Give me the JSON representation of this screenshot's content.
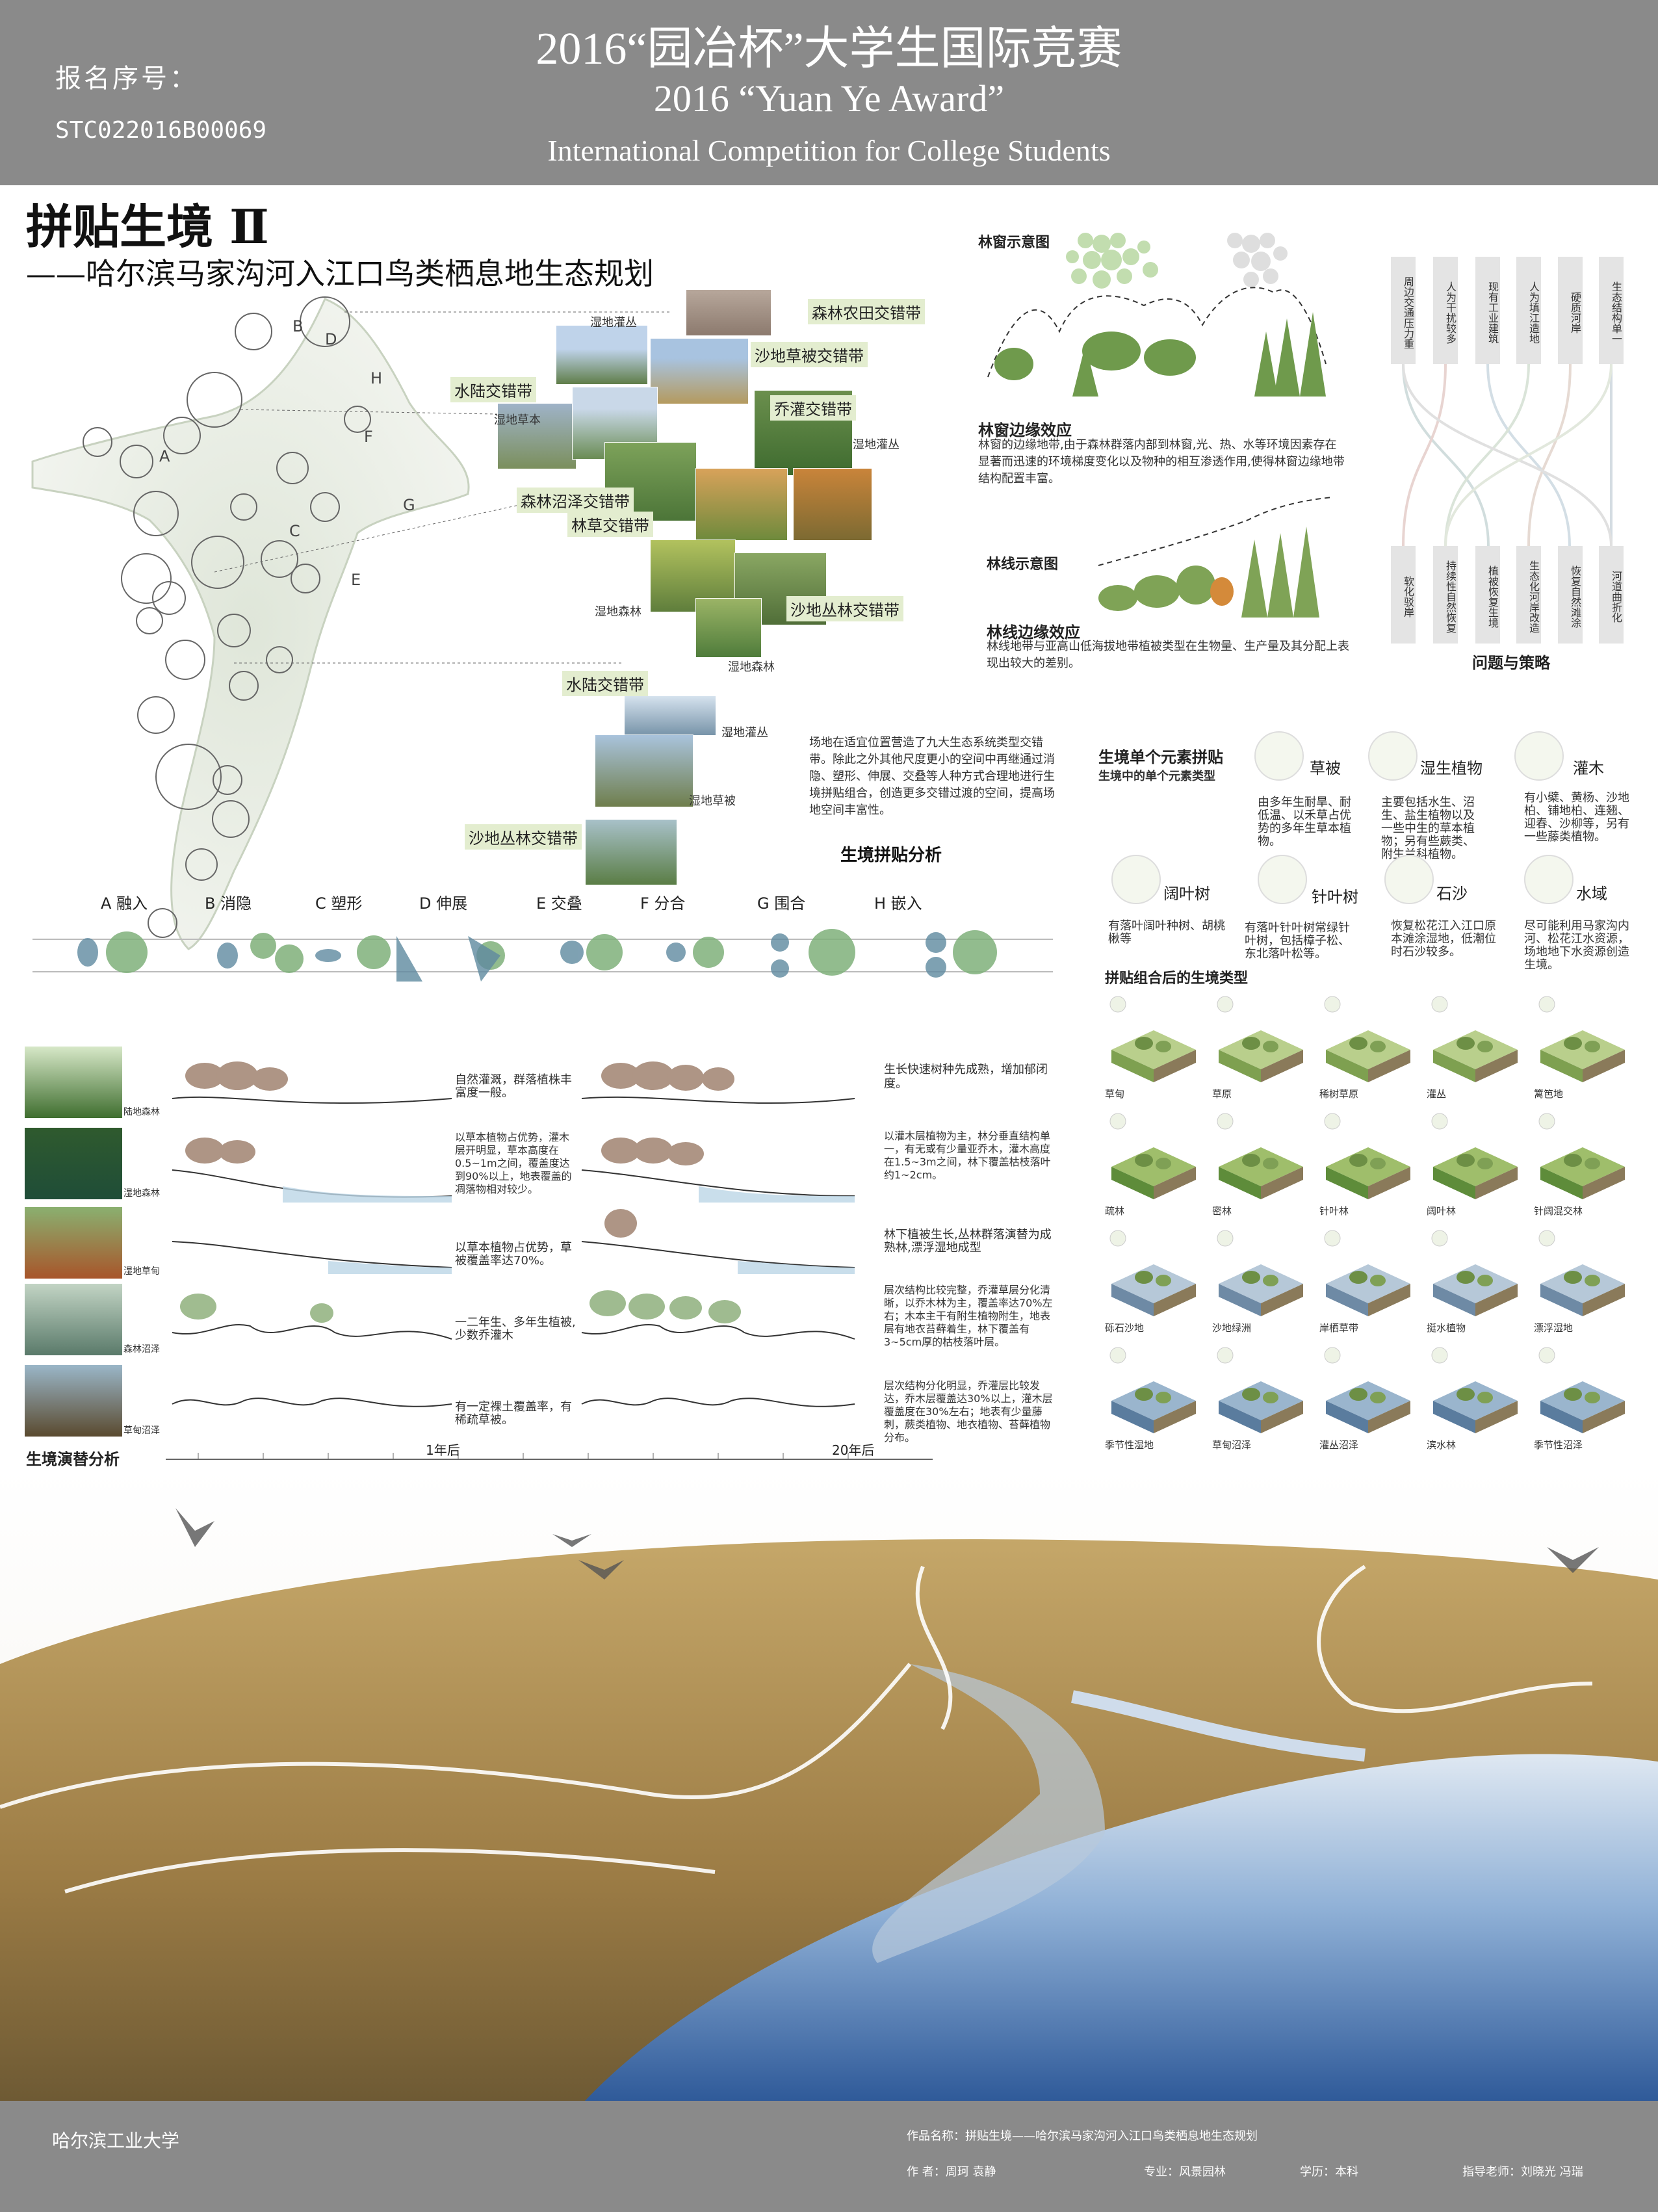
{
  "header": {
    "registration_label": "报名序号：",
    "registration_no": "STC022016B00069",
    "competition_cn": "2016“园冶杯”大学生国际竞赛",
    "competition_en_1": "2016 “Yuan Ye Award”",
    "competition_en_2": "International Competition for College Students"
  },
  "title": "拼贴生境 Ⅱ",
  "subtitle": "——哈尔滨马家沟河入江口鸟类栖息地生态规划",
  "map": {
    "letters": [
      "A",
      "B",
      "C",
      "D",
      "E",
      "F",
      "G",
      "H"
    ],
    "ecotones": [
      "森林农田交错带",
      "沙地草被交错带",
      "水陆交错带",
      "乔灌交错带",
      "森林沼泽交错带",
      "林草交错带",
      "沙地丛林交错带",
      "水陆交错带",
      "沙地丛林交错带"
    ],
    "habitat_labels": [
      "湿地灌丛",
      "湿地草本",
      "湿地灌丛",
      "湿地森林",
      "湿地森林",
      "湿地灌丛",
      "湿地草被"
    ]
  },
  "collage_analysis": {
    "title": "生境拼贴分析",
    "text": "场地在适宜位置营造了九大生态系统类型交错带。除此之外其他尺度更小的空间中再继通过消隐、塑形、伸展、交叠等人种方式合理地进行生境拼贴组合，创造更多交错过渡的空间，提高场地空间丰富性。"
  },
  "strategies": [
    "A  融入",
    "B 消隐",
    "C 塑形",
    "D 伸展",
    "E  交叠",
    "F 分合",
    "G 围合",
    "H  嵌入"
  ],
  "forest_window": {
    "diagram_title": "林窗示意图",
    "effect_title": "林窗边缘效应",
    "effect_text": "林窗的边缘地带,由于森林群落内部到林窗,光、热、水等环境因素存在显著而迅速的环境梯度变化以及物种的相互渗透作用,使得林窗边缘地带结构配置丰富。"
  },
  "tree_line": {
    "diagram_title": "林线示意图",
    "effect_title": "林线边缘效应",
    "effect_text": "林线地带与亚高山低海拔地带植被类型在生物量、生产量及其分配上表现出较大的差别。"
  },
  "problems": {
    "title": "问题与策略",
    "top": [
      "周边交通压力重",
      "人为干扰较多",
      "现有工业建筑",
      "人为填江造地",
      "硬质河岸",
      "生态结构单一"
    ],
    "bottom": [
      "软化驳岸",
      "持续性自然恢复",
      "植被恢复生境",
      "生态化河岸改造",
      "恢复自然滩涂",
      "河道曲折化"
    ]
  },
  "elements": {
    "title": "生境单个元素拼贴",
    "subtitle": "生境中的单个元素类型",
    "items": [
      {
        "name": "草被",
        "desc": "由多年生耐旱、耐低温、以禾草占优势的多年生草本植物。"
      },
      {
        "name": "湿生植物",
        "desc": "主要包括水生、沼生、盐生植物以及一些中生的草本植物；另有些蕨类、附生兰科植物。"
      },
      {
        "name": "灌木",
        "desc": "有小檗、黄杨、沙地柏、铺地柏、连翘、迎春、沙柳等，另有一些藤类植物。"
      },
      {
        "name": "阔叶树",
        "desc": "有落叶阔叶种树、胡桃楸等"
      },
      {
        "name": "针叶树",
        "desc": "有落叶针叶树常绿针叶树，包括樟子松、东北落叶松等。"
      },
      {
        "name": "石沙",
        "desc": "恢复松花江入江口原本滩涂湿地，低潮位时石沙较多。"
      },
      {
        "name": "水域",
        "desc": "尽可能利用马家沟内河、松花江水资源，场地地下水资源创造生境。"
      }
    ]
  },
  "habitats": {
    "title": "拼贴组合后的生境类型",
    "rows": [
      [
        "草甸",
        "草原",
        "稀树草原",
        "灌丛",
        "篱笆地"
      ],
      [
        "疏林",
        "密林",
        "针叶林",
        "阔叶林",
        "针阔混交林"
      ],
      [
        "砾石沙地",
        "沙地绿洲",
        "岸栖草带",
        "挺水植物",
        "漂浮湿地"
      ],
      [
        "季节性湿地",
        "草甸沼泽",
        "灌丛沼泽",
        "滨水林",
        "季节性沼泽"
      ]
    ]
  },
  "succession": {
    "title": "生境演替分析",
    "photo_labels": [
      "陆地森林",
      "湿地森林",
      "湿地草甸",
      "森林沼泽",
      "草甸沼泽"
    ],
    "left_texts": [
      "自然灌溉，群落植株丰富度一般。",
      "以草本植物占优势，灌木层开明显，草本高度在0.5~1m之间，覆盖度达到90%以上，地表覆盖的凋落物相对较少。",
      "以草本植物占优势，草被覆盖率达70%。",
      "一二年生、多年生植被,少数乔灌木",
      "有一定裸土覆盖率，有稀疏草被。"
    ],
    "right_texts": [
      "生长快速树种先成熟，增加郁闭度。",
      "以灌木层植物为主，林分垂直结构单一，有无或有少量亚乔木，灌木高度在1.5~3m之间，林下覆盖枯枝落叶约1~2cm。",
      "林下植被生长,丛林群落演替为成熟林,漂浮湿地成型",
      "层次结构比较完整，乔灌草层分化清晰，以乔木林为主，覆盖率达70%左右；木本主干有附生植物附生，地表层有地衣苔藓着生，林下覆盖有3~5cm厚的枯枝落叶层。",
      "层次结构分化明显，乔灌层比较发达，乔木层覆盖达30%以上，灌木层覆盖度在30%左右；地表有少量藤刺，蕨类植物、地衣植物、苔藓植物分布。"
    ],
    "timeline": [
      "1年后",
      "20年后"
    ]
  },
  "footer": {
    "school": "哈尔滨工业大学",
    "work_name": "作品名称：拼贴生境——哈尔滨马家沟河入江口鸟类栖息地生态规划",
    "authors": "作    者：周珂  袁静",
    "major": "专业：风景园林",
    "degree": "学历：本科",
    "advisor": "指导老师：刘晓光  冯瑞"
  },
  "colors": {
    "header_bg": "#8a8a8a",
    "tag_bg": "#e3edcf",
    "water": "#4a78b0",
    "grass": "#a8874a"
  }
}
